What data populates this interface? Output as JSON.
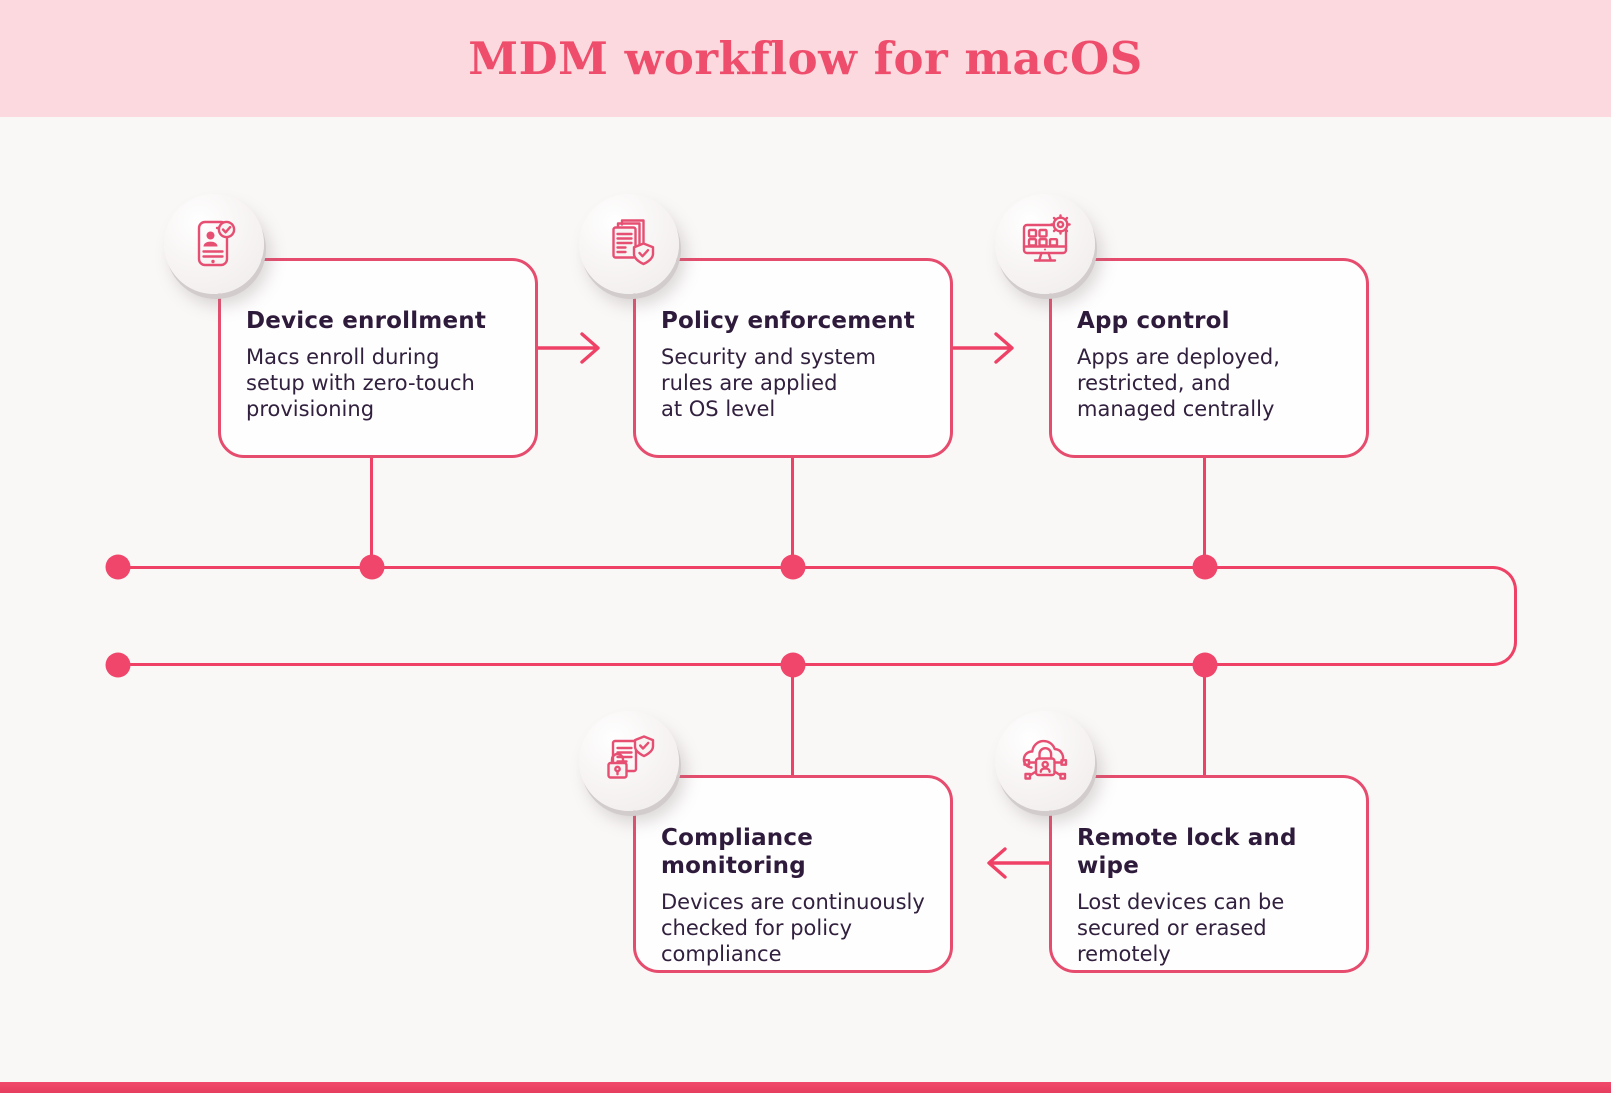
{
  "banner": {
    "title": "MDM workflow for macOS"
  },
  "colors": {
    "banner_background": "#fcd8df",
    "banner_title": "#ee4d6b",
    "page_background": "#faf8f7",
    "box_border": "#e64c6e",
    "connector_line": "#ef4166",
    "connector_dot": "#f0466b",
    "text_dark": "#2e1a3b",
    "icon_stroke": "#e64f72",
    "footer_bar": "#ee4165"
  },
  "steps": [
    {
      "title": "Device enrollment",
      "description": "Macs enroll during\nsetup with zero-touch\nprovisioning",
      "icon": "id-card-check-icon"
    },
    {
      "title": "Policy enforcement",
      "description": "Security and system\nrules are applied\nat OS level",
      "icon": "documents-shield-check-icon"
    },
    {
      "title": "App control",
      "description": "Apps are deployed,\nrestricted, and\nmanaged centrally",
      "icon": "monitor-apps-gear-icon"
    },
    {
      "title": "Compliance monitoring",
      "description": "Devices are continuously\nchecked for policy\ncompliance",
      "icon": "document-lock-shield-icon"
    },
    {
      "title": "Remote lock and wipe",
      "description": "Lost devices can be\nsecured or erased\nremotely",
      "icon": "cloud-lock-circuit-icon"
    }
  ],
  "flow": {
    "top_row_direction": "left-to-right",
    "bottom_row_direction": "right-to-left"
  }
}
